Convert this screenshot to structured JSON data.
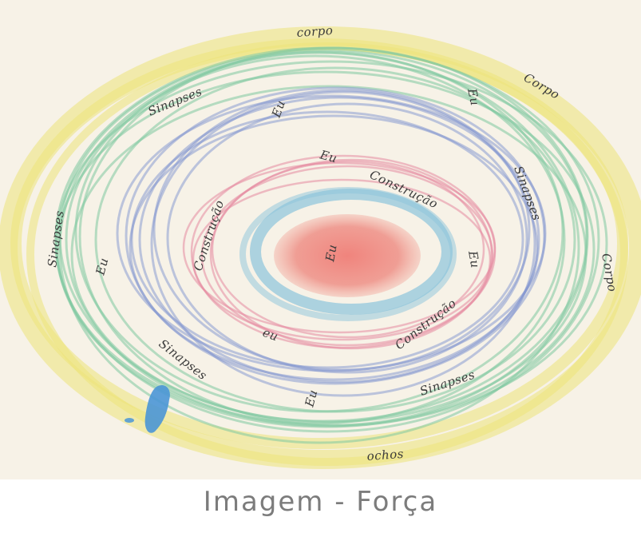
{
  "caption": "Imagem - Força",
  "words": [
    {
      "id": "corpo-top",
      "text": "corpo"
    },
    {
      "id": "corpo-topright",
      "text": "Corpo"
    },
    {
      "id": "corpo-right",
      "text": "Corpo"
    },
    {
      "id": "ochos-bottom",
      "text": "ochos"
    },
    {
      "id": "sinapses-topleft",
      "text": "Sinapses"
    },
    {
      "id": "sinapses-left",
      "text": "Sinapses"
    },
    {
      "id": "sinapses-bottomleft",
      "text": "Sinapses"
    },
    {
      "id": "sinapses-bottomright",
      "text": "Sinapses"
    },
    {
      "id": "sinapses-right",
      "text": "Sinapses"
    },
    {
      "id": "eu-1",
      "text": "Eu"
    },
    {
      "id": "eu-2",
      "text": "Eu"
    },
    {
      "id": "eu-3",
      "text": "Eu"
    },
    {
      "id": "eu-4",
      "text": "Eu"
    },
    {
      "id": "eu-5",
      "text": "Eu"
    },
    {
      "id": "eu-6",
      "text": "Eu"
    },
    {
      "id": "eu-7",
      "text": "eu"
    },
    {
      "id": "eu-center",
      "text": "Eu"
    },
    {
      "id": "construcao-1",
      "text": "Construção"
    },
    {
      "id": "construcao-2",
      "text": "Construção"
    },
    {
      "id": "construcao-3",
      "text": "Construção"
    }
  ],
  "colors": {
    "paper": "#f7f2e7",
    "yellow_ring": "#ece37a",
    "green_ring": "#7fc9a1",
    "blue_ring": "#7f93cf",
    "pink_ring": "#e58aa0",
    "light_blue_ring": "#8cc4dc",
    "red_core": "#ee8f86",
    "blue_blob": "#4a96d6"
  }
}
